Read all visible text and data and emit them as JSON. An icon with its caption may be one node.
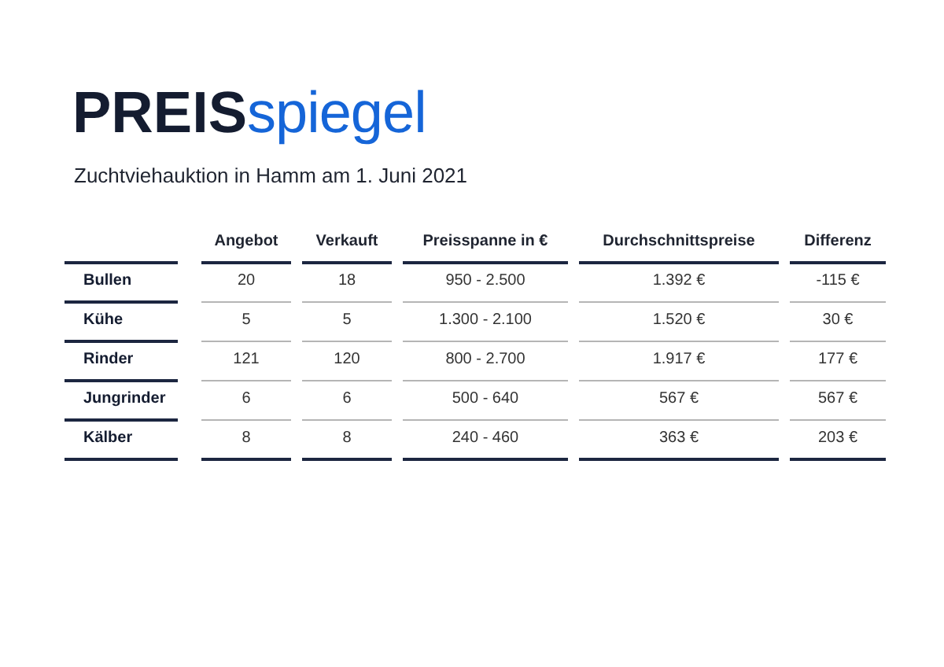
{
  "diagram": {
    "title": "**PREIS**spiegel",
    "caption": "Zuchtviehauktion in Hamm am 1. Juni 2021",
    "labels": [
      "Angebot",
      "Verkauft",
      "Preisspanne in €",
      "Durchschnittspreise",
      "Differenz",
      "Bullen",
      "20",
      "18",
      "950 - 2.500",
      "1.392 €",
      "-115 €",
      "Kühe",
      "5",
      "5",
      "1.300 - 2.100",
      "1.520 €",
      "30 €",
      "Rinder",
      "121",
      "120",
      "800 - 2.700",
      "1.917 €",
      "177 €",
      "Jungrinder",
      "6",
      "6",
      "500 - 640",
      "567 €",
      "567 €",
      "Kälber",
      "8",
      "8",
      "240 - 460",
      "363 €",
      "203 €"
    ]
  }
}
